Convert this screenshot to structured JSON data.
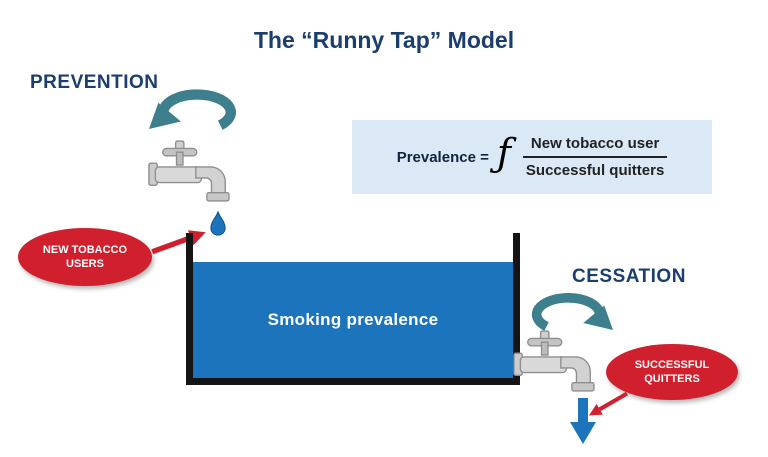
{
  "title": "The “Runny Tap” Model",
  "labels": {
    "prevention": "PREVENTION",
    "cessation": "CESSATION"
  },
  "formula": {
    "prefix": "Prevalence =",
    "function_symbol": "ƒ",
    "numerator": "New tobacco user",
    "denominator": "Successful quitters"
  },
  "tank": {
    "label": "Smoking prevalence"
  },
  "badges": {
    "new_tobacco_users": "NEW TOBACCO USERS",
    "successful_quitters": "SUCCESSFUL QUITTERS"
  },
  "colors": {
    "title_text": "#1c3e6e",
    "teal_arrow": "#3e7f8d",
    "badge_red": "#d0202e",
    "water_blue": "#1b74bc",
    "formula_bg": "#dbe8f5",
    "tank_wall": "#141414"
  },
  "icons": {
    "prevention_arrow": "circular-arrow-icon",
    "cessation_arrow": "circular-arrow-icon",
    "inflow_tap": "tap-icon",
    "outflow_tap": "tap-icon",
    "drop": "water-drop-icon",
    "outflow": "down-arrow-icon",
    "badge_pointers": "pointer-arrow-icon"
  }
}
